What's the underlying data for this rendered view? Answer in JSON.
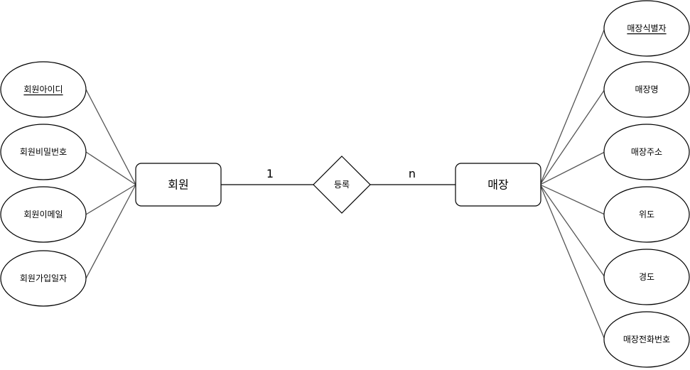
{
  "entities": {
    "member": {
      "label": "회원"
    },
    "store": {
      "label": "매장"
    }
  },
  "relationship": {
    "label": "등록",
    "card_member": "1",
    "card_store": "n"
  },
  "member_attributes": [
    {
      "label": "회원아이디",
      "key": true
    },
    {
      "label": "회원비밀번호",
      "key": false
    },
    {
      "label": "회원이메일",
      "key": false
    },
    {
      "label": "회원가입일자",
      "key": false
    }
  ],
  "store_attributes": [
    {
      "label": "매장식별자",
      "key": true
    },
    {
      "label": "매장명",
      "key": false
    },
    {
      "label": "매장주소",
      "key": false
    },
    {
      "label": "위도",
      "key": false
    },
    {
      "label": "경도",
      "key": false
    },
    {
      "label": "매장전화번호",
      "key": false
    }
  ]
}
